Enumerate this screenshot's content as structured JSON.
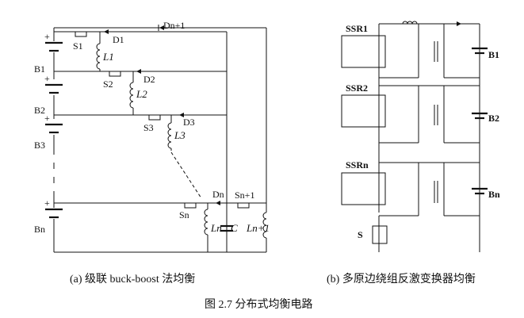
{
  "left": {
    "batteries": [
      "B1",
      "B2",
      "B3",
      "Bn"
    ],
    "switches": [
      "S1",
      "S2",
      "S3",
      "Sn",
      "Sn+1"
    ],
    "diodes": [
      "D1",
      "D2",
      "D3",
      "Dn",
      "Dn+1"
    ],
    "inductors": [
      "L1",
      "L2",
      "L3",
      "Ln",
      "Ln+1"
    ],
    "capacitor": "C",
    "caption": "(a)  级联 buck-boost 法均衡"
  },
  "right": {
    "relays": [
      "SSR1",
      "SSR2",
      "SSRn"
    ],
    "batteries": [
      "B1",
      "B2",
      "Bn"
    ],
    "switch": "S",
    "caption": "(b)  多原边绕组反激变换器均衡"
  },
  "figure_caption": "图 2.7  分布式均衡电路"
}
